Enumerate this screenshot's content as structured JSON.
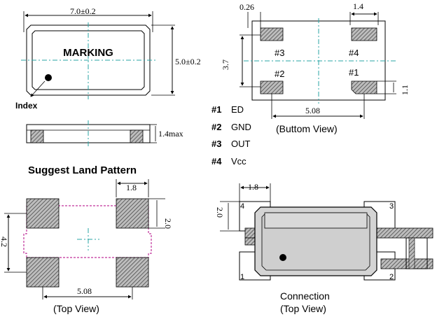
{
  "top_outline": {
    "width_dim": "7.0±0.2",
    "height_dim": "5.0±0.2",
    "marking": "MARKING",
    "index_label": "Index"
  },
  "side_view": {
    "height_dim": "1.4max"
  },
  "bottom_view": {
    "dim_026": "0.26",
    "dim_14": "1.4",
    "dim_37": "3.7",
    "dim_11": "1.1",
    "dim_508": "5.08",
    "pad3": "#3",
    "pad4": "#4",
    "pad2": "#2",
    "pad1": "#1",
    "caption": "(Buttom View)"
  },
  "pin_legend": [
    {
      "id": "#1",
      "name": "ED"
    },
    {
      "id": "#2",
      "name": "GND"
    },
    {
      "id": "#3",
      "name": "OUT"
    },
    {
      "id": "#4",
      "name": "Vcc"
    }
  ],
  "land_pattern": {
    "title": "Suggest Land Pattern",
    "dim_18": "1.8",
    "dim_20": "2.0",
    "dim_42": "4.2",
    "dim_508": "5.08",
    "caption": "(Top View)"
  },
  "connection": {
    "dim_18": "1.8",
    "dim_20": "2.0",
    "pin4": "4",
    "pin3": "3",
    "pin1": "1",
    "pin2": "2",
    "title": "Connection",
    "caption": "(Top View)"
  },
  "colors": {
    "center_line": "#2aa6a6",
    "land_outline": "#c0309a",
    "pad_hatch": "#555555",
    "package_fill": "#d4d4d4"
  }
}
